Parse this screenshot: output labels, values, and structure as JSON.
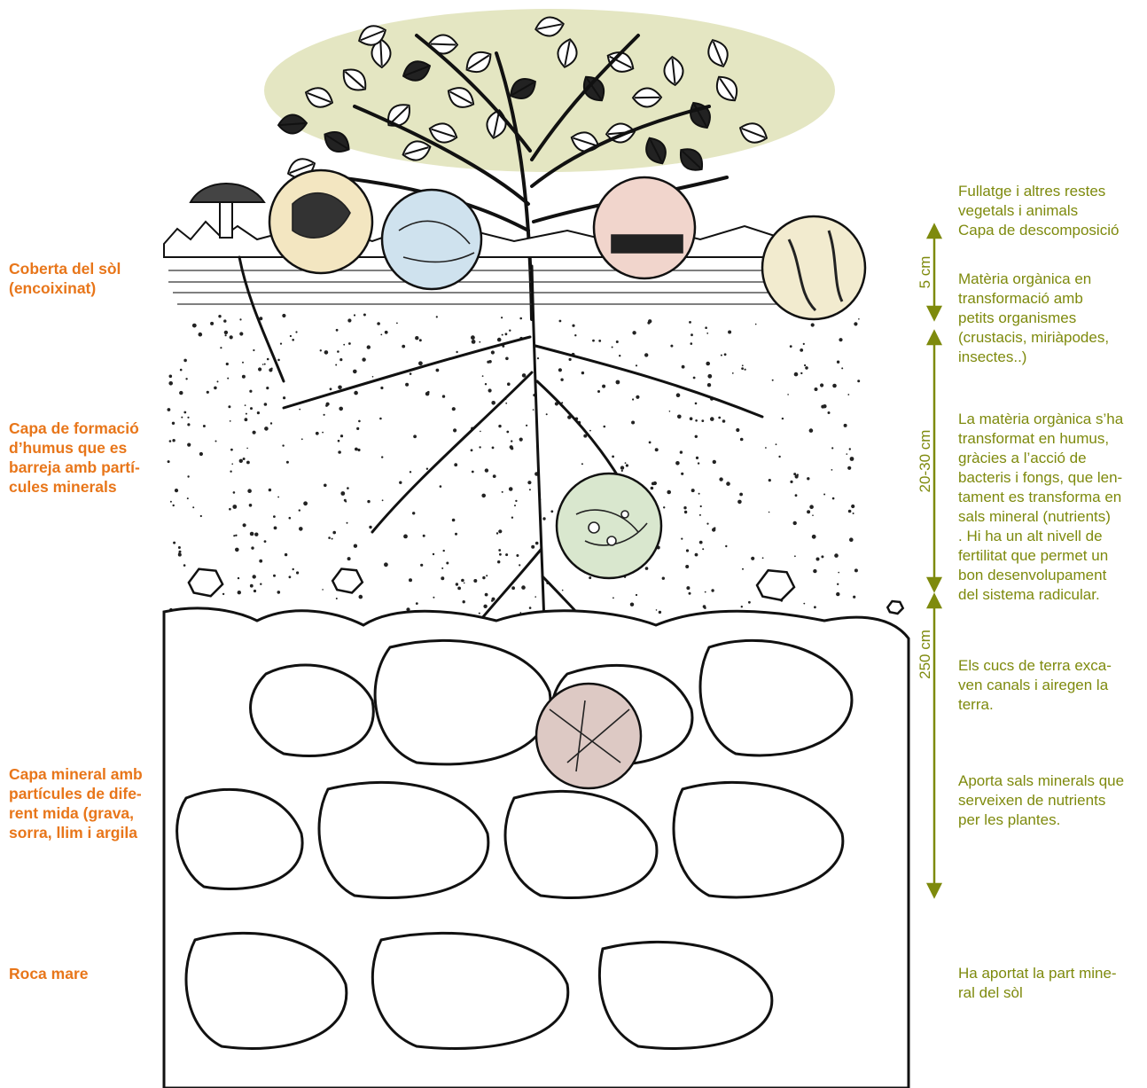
{
  "left_labels": {
    "coberta": "Coberta del sòl\n(encoixinat)",
    "humus": "Capa de formació\nd’humus que es\nbarreja amb partí-\ncules minerals",
    "mineral": "Capa mineral amb\npartícules de dife-\nrent mida (grava,\nsorra, llim i argila",
    "roca": "Roca mare"
  },
  "right_labels": {
    "fullatge": "Fullatge i altres restes\nvegetals i animals\nCapa de descomposició",
    "materia": "Matèria orgànica en\ntransformació amb\npetits organismes\n(crustacis, miriàpodes,\ninsectes..)",
    "humus_desc": "La matèria orgànica s’ha\ntransformat en humus,\ngràcies a l’acció de\nbacteris i fongs, que len-\ntament es transforma en\nsals mineral (nutrients)\n. Hi ha un alt nivell de\nfertilitat que permet un\nbon desenvolupament\ndel sistema radicular.",
    "cucs": "Els cucs de terra exca-\nven canals i airegen la\nterra.",
    "sals": "Aporta sals minerals que\nserveixen de nutrients\nper les plantes.",
    "roca_desc": "Ha aportat la part mine-\nral del sòl"
  },
  "dimensions": {
    "d1": "5 cm",
    "d2": "20-30 cm",
    "d3": "250 cm"
  },
  "colors": {
    "left_label": "#E8761A",
    "right_label": "#7E8A0D",
    "canopy": "#E4E6C2",
    "circle_fungi": "#F3E6C1",
    "circle_blue": "#CFE2EE",
    "circle_pink": "#F1D5CC",
    "circle_worm": "#F2EBCF",
    "circle_green": "#D9E7CE",
    "circle_rock": "#DDC9C4"
  }
}
